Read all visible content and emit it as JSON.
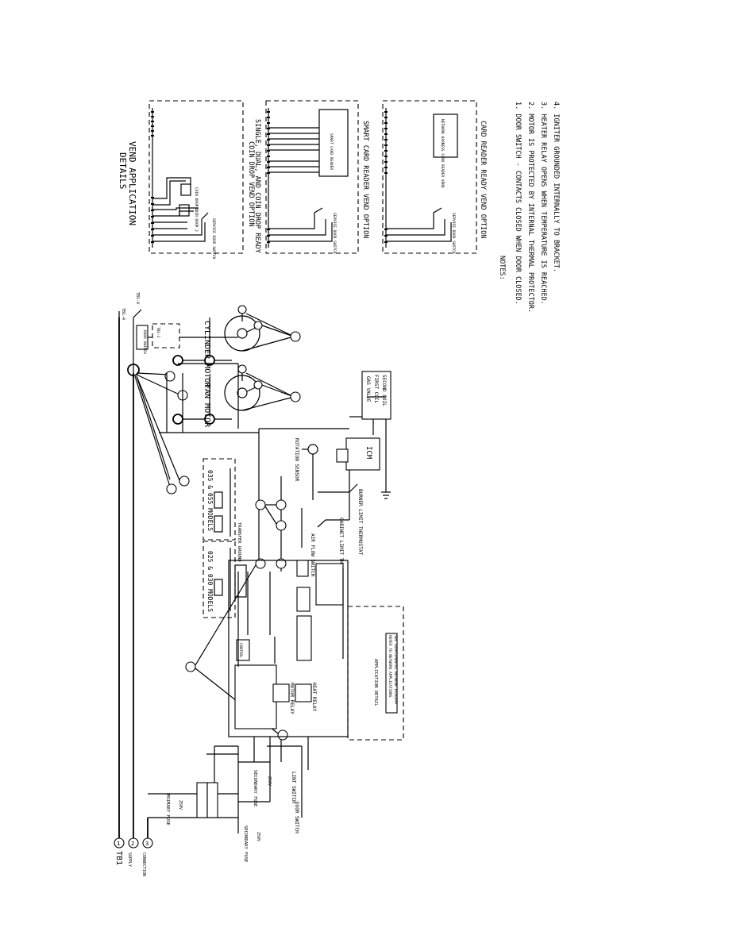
{
  "diagram": {
    "tb1_label": "TB1",
    "tb1_terminals": [
      "1",
      "2",
      "3"
    ],
    "supply_labels": [
      "SUPPLY",
      "CONNECTION"
    ],
    "vend": {
      "title_line1": "VEND APPLICATION",
      "title_line2": "DETAILS",
      "panel1_caption1": "COIN DROP VEND OPTION",
      "panel1_caption2": "SINGLE, DUAL, AND COIN DROP READY",
      "panel2_caption": "SMART CARD READER VEND OPTION",
      "panel3_caption": "CARD READER READY VEND OPTION",
      "coin_switch_1": "COIN DROP 1",
      "coin_switch_2": "COIN DROP 2",
      "service_door_switch": "SERVICE DOOR SWITCH",
      "smart_card_box": "SMART CARD READER",
      "card_reader_box": "NETWORK HARNESS CARD READER VEND"
    },
    "notes": {
      "heading": "NOTES:",
      "items": [
        "1. DOOR SWITCH - CONTACTS CLOSED WHEN DOOR CLOSED.",
        "2. MOTOR IS PROTECTED BY INTERNAL THERMAL PROTECTOR.",
        "3. HEATER RELAY OPENS WHEN TEMPERATURE IS REACHED.",
        "4. IGNITER GROUNDED INTERNALLY TO BRACKET."
      ]
    },
    "components": {
      "cylinder_motor": "CYLINDER MOTOR",
      "fan_motor": "FAN MOTOR",
      "tb1_4": "TB1-4",
      "tb1_2": "TB1-2",
      "motor_relay_label": "MOTOR RELAY",
      "gas_valve": "GAS VALVE",
      "first_coil": "FIRST COIL",
      "second_coil": "SECOND COIL",
      "icm": "ICM",
      "models_035": "035 & 055 MODELS",
      "models_025": "025 & 030 MODELS",
      "transformer_ground": "TRANSFER GROUND",
      "sail_switch": "AIR FLOW SWITCH",
      "cabinet_thermostat": "CABINET LIMIT THERMOSTAT",
      "burner_thermostat": "BURNER LIMIT THERMOSTAT",
      "rotation_sensor": "ROTATION SENSOR",
      "motor_relay": "MOTOR RELAY",
      "heat_relay": "HEAT RELAY",
      "control": "CONTROL",
      "door_switch": "DOOR SWITCH",
      "lint_switch": "LINT SWITCH",
      "primary_fuse": "PRIMARY FUSE",
      "primary_fuse_rating": "250V",
      "secondary_fuse": "SECONDARY FUSE",
      "secondary_fuse_rating": "250V",
      "secondary_fuse_2": "SECONDARY FUSE",
      "secondary_fuse_2_rating": "250V",
      "network_caption1": "APPLICATION DETAIL",
      "network_caption2": "REFER TO NETWORK APPLICATIONS",
      "network_caption3": "SEE SUPPLEMENTAL NETWORK DIAGRAM"
    }
  }
}
